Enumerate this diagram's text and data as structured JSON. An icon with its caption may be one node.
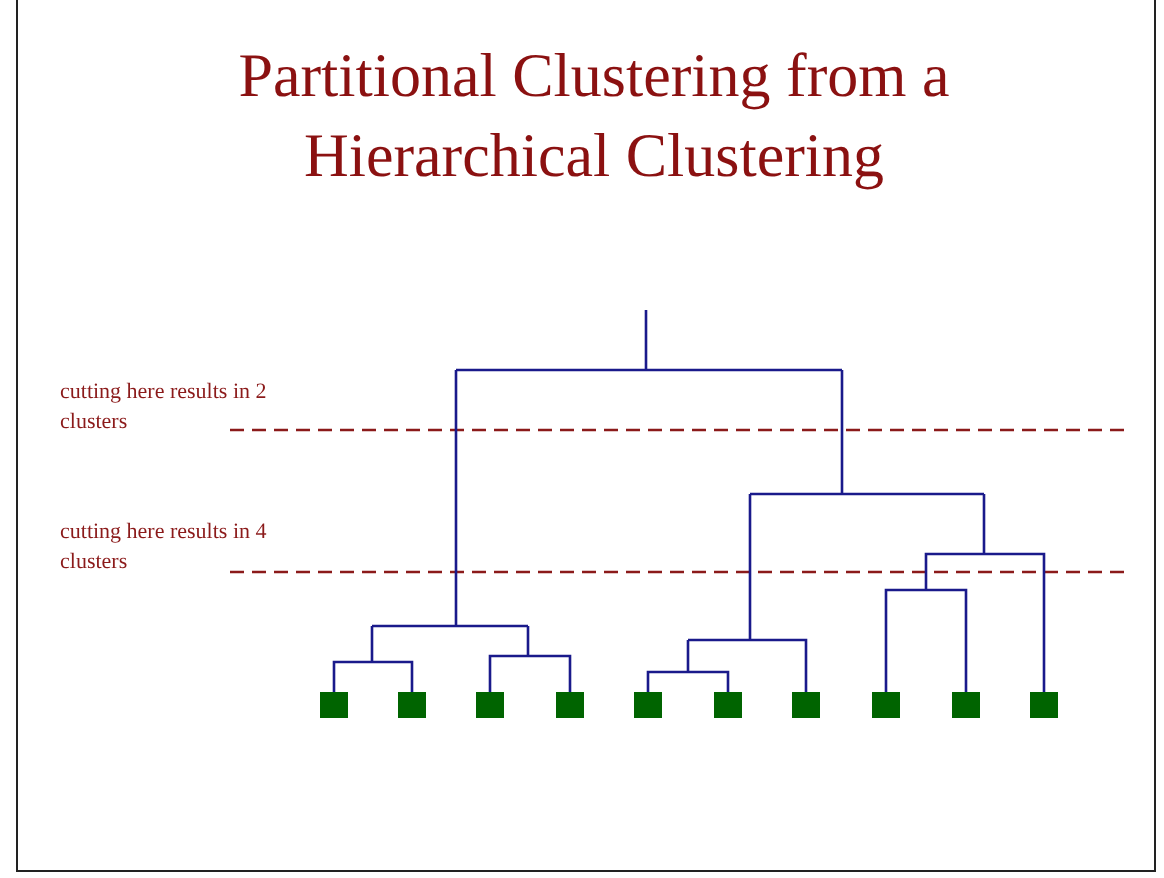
{
  "diagram": {
    "title": "Partitional Clustering from a Hierarchical Clustering",
    "labels": [
      "cutting here results in 2 clusters",
      "cutting here results in 4 clusters"
    ]
  }
}
